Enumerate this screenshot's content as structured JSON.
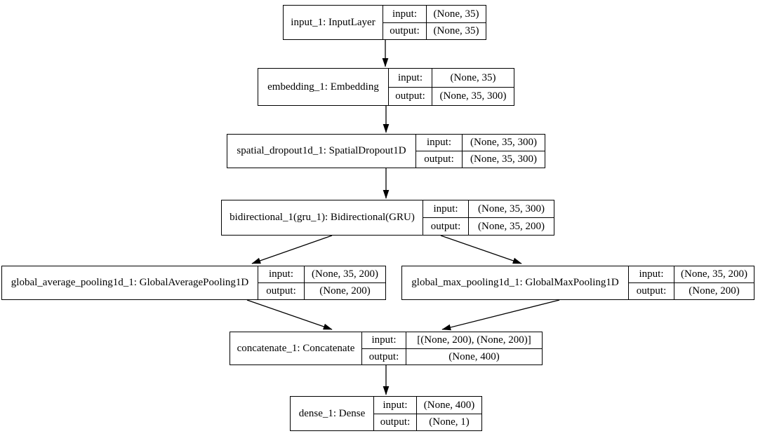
{
  "diagram": {
    "type": "keras-model-graph",
    "colors": {
      "background": "#ffffff",
      "line": "#000000",
      "text": "#000000"
    },
    "nodes": [
      {
        "id": "input_1",
        "name": "input_1: InputLayer",
        "input_label": "input:",
        "output_label": "output:",
        "input_shape": "(None, 35)",
        "output_shape": "(None, 35)"
      },
      {
        "id": "embedding_1",
        "name": "embedding_1: Embedding",
        "input_label": "input:",
        "output_label": "output:",
        "input_shape": "(None, 35)",
        "output_shape": "(None, 35, 300)"
      },
      {
        "id": "spatial_dropout1d_1",
        "name": "spatial_dropout1d_1: SpatialDropout1D",
        "input_label": "input:",
        "output_label": "output:",
        "input_shape": "(None, 35, 300)",
        "output_shape": "(None, 35, 300)"
      },
      {
        "id": "bidirectional_1",
        "name": "bidirectional_1(gru_1): Bidirectional(GRU)",
        "input_label": "input:",
        "output_label": "output:",
        "input_shape": "(None, 35, 300)",
        "output_shape": "(None, 35, 200)"
      },
      {
        "id": "global_average_pooling1d_1",
        "name": "global_average_pooling1d_1: GlobalAveragePooling1D",
        "input_label": "input:",
        "output_label": "output:",
        "input_shape": "(None, 35, 200)",
        "output_shape": "(None, 200)"
      },
      {
        "id": "global_max_pooling1d_1",
        "name": "global_max_pooling1d_1: GlobalMaxPooling1D",
        "input_label": "input:",
        "output_label": "output:",
        "input_shape": "(None, 35, 200)",
        "output_shape": "(None, 200)"
      },
      {
        "id": "concatenate_1",
        "name": "concatenate_1: Concatenate",
        "input_label": "input:",
        "output_label": "output:",
        "input_shape": "[(None, 200), (None, 200)]",
        "output_shape": "(None, 400)"
      },
      {
        "id": "dense_1",
        "name": "dense_1: Dense",
        "input_label": "input:",
        "output_label": "output:",
        "input_shape": "(None, 400)",
        "output_shape": "(None, 1)"
      }
    ],
    "edges": [
      {
        "from": "input_1",
        "to": "embedding_1"
      },
      {
        "from": "embedding_1",
        "to": "spatial_dropout1d_1"
      },
      {
        "from": "spatial_dropout1d_1",
        "to": "bidirectional_1"
      },
      {
        "from": "bidirectional_1",
        "to": "global_average_pooling1d_1"
      },
      {
        "from": "bidirectional_1",
        "to": "global_max_pooling1d_1"
      },
      {
        "from": "global_average_pooling1d_1",
        "to": "concatenate_1"
      },
      {
        "from": "global_max_pooling1d_1",
        "to": "concatenate_1"
      },
      {
        "from": "concatenate_1",
        "to": "dense_1"
      }
    ]
  }
}
